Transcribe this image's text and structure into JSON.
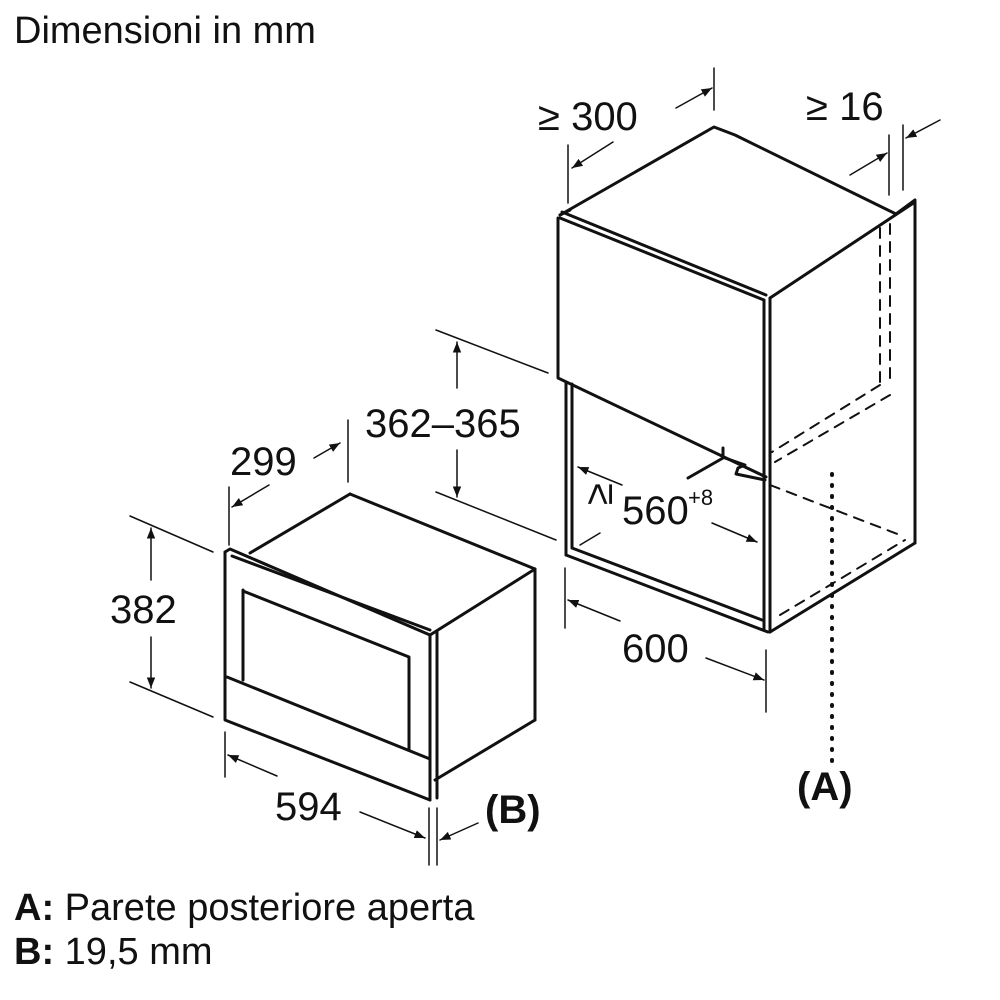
{
  "title": "Dimensioni in mm",
  "dimensions": {
    "niche_depth_min": "≥ 300",
    "side_gap_min": "≥ 16",
    "niche_height": "362–365",
    "appliance_depth": "299",
    "niche_width_min": "≥ 560",
    "niche_width_tol": "+8",
    "cabinet_width": "600",
    "appliance_height": "382",
    "appliance_width": "594",
    "label_a": "(A)",
    "label_b": "(B)"
  },
  "legend": [
    {
      "key": "A:",
      "text": "Parete posteriore aperta"
    },
    {
      "key": "B:",
      "text": "19,5 mm"
    }
  ],
  "colors": {
    "line": "#111111",
    "background": "#ffffff"
  }
}
